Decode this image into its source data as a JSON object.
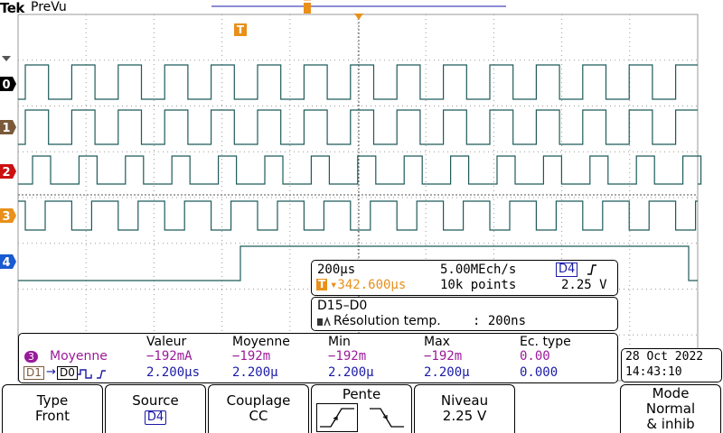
{
  "header": {
    "logo": "Tek",
    "mode": "PreVu"
  },
  "trigger_marker_label": "T",
  "channels": [
    {
      "label": "0",
      "color": "#000000"
    },
    {
      "label": "1",
      "color": "#7a5a3a"
    },
    {
      "label": "2",
      "color": "#cc1010"
    },
    {
      "label": "3",
      "color": "#e8901a"
    },
    {
      "label": "4",
      "color": "#1a5ad0"
    }
  ],
  "colors": {
    "trace": "#1f5a5a",
    "grid": "#9a9a9a",
    "blue_text": "#1a1aa8",
    "magenta": "#9a1a9a",
    "orange": "#e8901a"
  },
  "timebase_box": {
    "timebase": "200µs",
    "sample_rate": "5.00MEch/s",
    "trigger_source": "D4",
    "trigger_slope_icon": "rising-edge-icon",
    "trigger_position_label": "T",
    "trigger_position": "▾342.600µs",
    "record_length": "10k points",
    "trigger_level": "2.25 V"
  },
  "bus_box": {
    "title": "D15–D0",
    "resolution_label": "Résolution temp.",
    "resolution_value": ": 200ns"
  },
  "measurements": {
    "headers": [
      "Valeur",
      "Moyenne",
      "Min",
      "Max",
      "Ec. type"
    ],
    "rows": [
      {
        "badge": "3",
        "name": "Moyenne",
        "values": [
          "−192mA",
          "−192m",
          "−192m",
          "−192m",
          "0.00"
        ]
      },
      {
        "source": "D1",
        "arrow": "→",
        "target": "D0",
        "name_icon": "rising-edge-icon",
        "values": [
          "2.200µs",
          "2.200µ",
          "2.200µ",
          "2.200µ",
          "0.000"
        ]
      }
    ]
  },
  "datetime": {
    "date": "28 Oct  2022",
    "time": "14:43:10"
  },
  "softkeys": {
    "type": {
      "line1": "Type",
      "line2": "Front"
    },
    "source": {
      "line1": "Source",
      "value": "D4"
    },
    "coupling": {
      "line1": "Couplage",
      "line2": "CC"
    },
    "slope": {
      "title": "Pente",
      "rising_icon": "rising-slope-icon",
      "falling_icon": "falling-slope-icon"
    },
    "level": {
      "line1": "Niveau",
      "line2": "2.25 V"
    },
    "mode": {
      "line1": "Mode",
      "line2": "Normal",
      "line3": "& inhib"
    }
  }
}
